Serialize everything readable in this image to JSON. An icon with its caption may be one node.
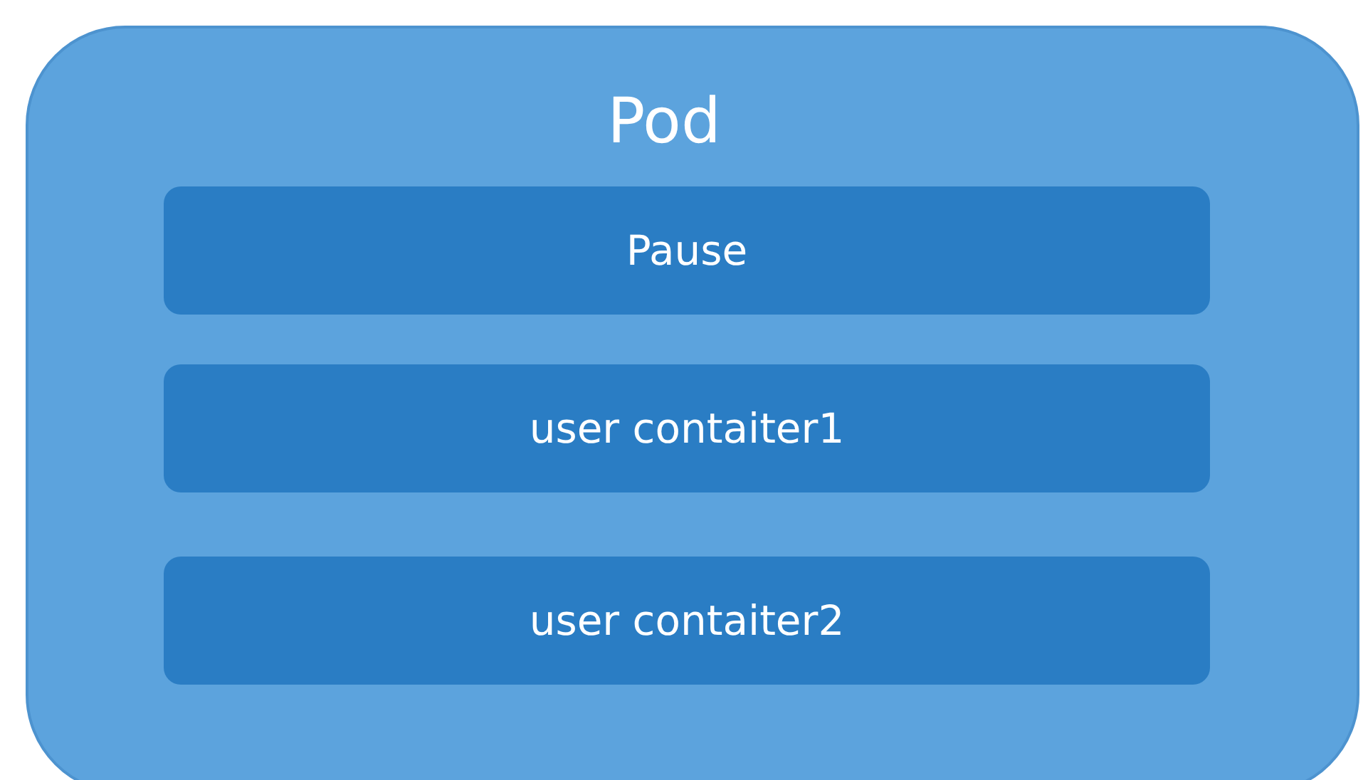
{
  "diagram": {
    "nodes": [
      {
        "text": [
          "Pod"
        ]
      },
      {
        "text": [
          "Pause"
        ],
        "in": 0
      },
      {
        "text": [
          "user contaiter1"
        ],
        "in": 0
      },
      {
        "text": [
          "user contaiter2"
        ],
        "in": 0
      }
    ]
  }
}
